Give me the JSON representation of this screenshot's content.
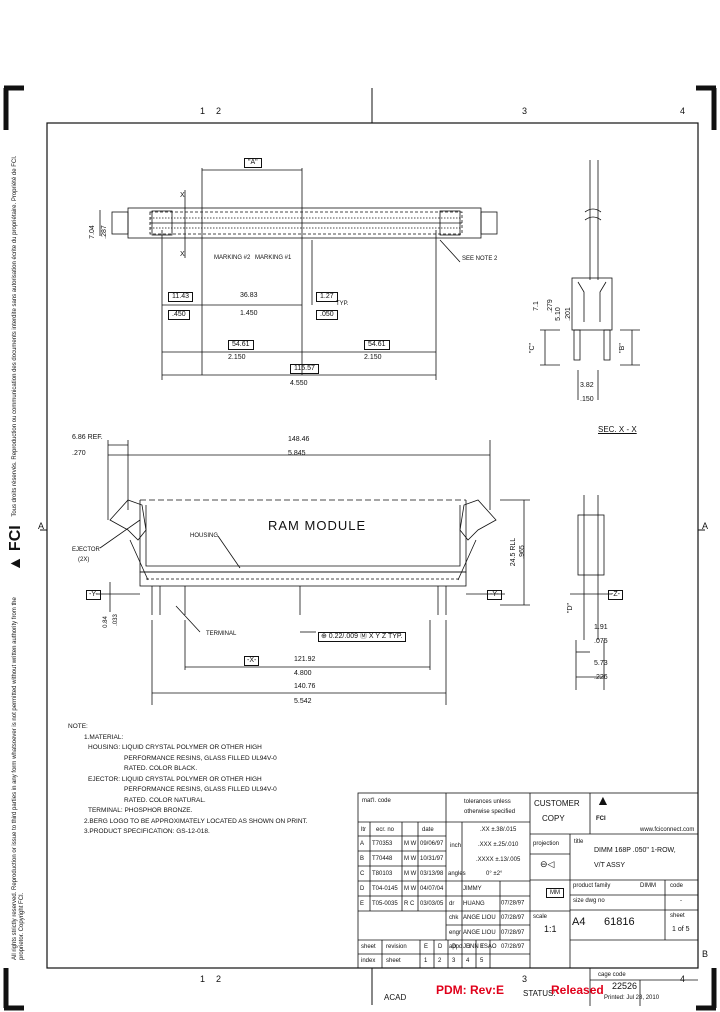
{
  "frame": {
    "zones_top": [
      "1",
      "2",
      "3",
      "4"
    ],
    "zones_bottom": [
      "1",
      "2",
      "3",
      "4"
    ],
    "rows_side": [
      "A",
      "B"
    ]
  },
  "side_notice": {
    "text_a": "All rights strictly reserved. Reproduction or issue to third parties in any form whatsoever is not permitted without written authority from the proprietor. Copyright FCI.",
    "text_b": "Tous droits réservés. Reproduction ou communication des documents interdite sans autorisation écrite du propriétaire. Propriété de FCI."
  },
  "top_view": {
    "section_mark": "X",
    "dim_a": "\"A\"",
    "marking_2": "MARKING #2",
    "marking_1": "MARKING #1",
    "see_note": "SEE NOTE 2",
    "dim_143": "11.43",
    "dim_450": ".450",
    "dim_3683": "36.83",
    "dim_1450": "1.450",
    "dim_127": "1.27",
    "dim_050": ".050",
    "typ": "TYP.",
    "dim_5461a": "54.61",
    "dim_2150a": "2.150",
    "dim_5461b": "54.61",
    "dim_2150b": "2.150",
    "dim_11557": "115.57",
    "dim_4550": "4.550",
    "height_a": "7.04",
    "height_b": ".287"
  },
  "side_view": {
    "dim_21": "7.1",
    "dim_279": ".279",
    "dim_510": "5.10",
    "dim_201": ".201",
    "label_c": "\"C\"",
    "label_b": "\"B\"",
    "dim_382": "3.82",
    "dim_150": ".150",
    "section_title": "SEC. X - X"
  },
  "front_view": {
    "dim_866": "6.86 REF.",
    "dim_270": ".270",
    "dim_14846": "148.46",
    "dim_5845": "5.845",
    "module_label": "RAM MODULE",
    "housing": "HOUSING",
    "ejector": "EJECTOR",
    "ejector_qty": "(2X)",
    "y_left": "-Y-",
    "y_right": "-Y-",
    "z_right": "-Z-",
    "dim_084": "0.84",
    "dim_033": ".033",
    "terminal": "TERMINAL",
    "tolerance": "⊕ 0.22/.009 Ⓜ X Y Z TYP.",
    "x_datum": "-X-",
    "dim_12192": "121.92",
    "dim_4800": "4.800",
    "dim_14076": "140.76",
    "dim_5542": "5.542",
    "dim_245": "24.5 RLL",
    "dim_965": ".965",
    "label_d": "\"D\"",
    "dim_191": "1.91",
    "dim_075": ".075",
    "dim_573": "5.73",
    "dim_226": ".226"
  },
  "notes": {
    "title": "NOTE:",
    "lines": [
      "1.MATERIAL:",
      "HOUSING: LIQUID CRYSTAL POLYMER OR OTHER HIGH",
      "PERFORMANCE RESINS, GLASS FILLED UL94V-0",
      "RATED. COLOR BLACK.",
      "EJECTOR: LIQUID CRYSTAL POLYMER OR OTHER HIGH",
      "PERFORMANCE RESINS, GLASS FILLED UL94V-0",
      "RATED. COLOR NATURAL.",
      "TERMINAL: PHOSPHOR BRONZE.",
      "2.BERG LOGO TO BE APPROXIMATELY LOCATED AS SHOWN ON PRINT.",
      "3.PRODUCT SPECIFICATION: GS-12-018."
    ]
  },
  "title_block": {
    "matl_code": "mat'l. code",
    "tol_head_1": "tolerances unless",
    "tol_head_2": "otherwise specified",
    "customer": "CUSTOMER",
    "copy": "COPY",
    "logo": "FCI",
    "website": "www.fciconnect.com",
    "ltr": "ltr",
    "ecr_no": "ecr. no",
    "date": "date",
    "inch": "inch",
    "angles": "angles",
    "tol_xx": ".XX ±.38/.015",
    "tol_xxx": ".XXX ±.25/.010",
    "tol_xxxx": ".XXXX ±.13/.005",
    "tol_ang": "0° ±2°",
    "projection": "projection",
    "units": "MM",
    "title_label": "title",
    "title_1": "DIMM 168P .050\" 1-ROW,",
    "title_2": "V/T ASSY",
    "product_family_label": "product family",
    "product_family": "DIMM",
    "code_label": "code",
    "code_value": "-",
    "size_dwg_label": "size dwg no",
    "size": "A4",
    "dwg_no": "61816",
    "scale_label": "scale",
    "scale": "1:1",
    "sheet_label": "sheet",
    "sheet": "1 of 5",
    "revisions": [
      {
        "ltr": "A",
        "ecr": "T70353",
        "init": "M W",
        "date": "09/06/97"
      },
      {
        "ltr": "B",
        "ecr": "T70448",
        "init": "M W",
        "date": "10/31/97"
      },
      {
        "ltr": "C",
        "ecr": "T80103",
        "init": "M W",
        "date": "03/13/98"
      },
      {
        "ltr": "D",
        "ecr": "T04-0145",
        "init": "M W",
        "date": "04/07/04"
      },
      {
        "ltr": "E",
        "ecr": "T05-0035",
        "init": "R C",
        "date": "03/03/05"
      }
    ],
    "sign_rows": [
      {
        "role": "dr",
        "name": "JIMMY HUANG",
        "date": "07/28/97"
      },
      {
        "role": "chk",
        "name": "ANGE LIOU",
        "date": "07/28/97"
      },
      {
        "role": "engr",
        "name": "ANGE LIOU",
        "date": "07/28/97"
      },
      {
        "role": "appd",
        "name": "JENN TSAO",
        "date": "07/28/97"
      }
    ],
    "sheet_rev_label": "sheet",
    "revision_label": "revision",
    "index_label": "index",
    "sheet_row_label": "sheet",
    "rev_letters": [
      "E",
      "D",
      "D",
      "D",
      "E"
    ],
    "sheet_nums": [
      "1",
      "2",
      "3",
      "4",
      "5"
    ]
  },
  "footer": {
    "cage_code_label": "cage code",
    "cage_code": "22526",
    "pdm": "PDM: Rev:E",
    "status_label": "STATUS:",
    "status": "Released",
    "printed": "Printed: Jul 28, 2010",
    "acad": "ACAD"
  }
}
